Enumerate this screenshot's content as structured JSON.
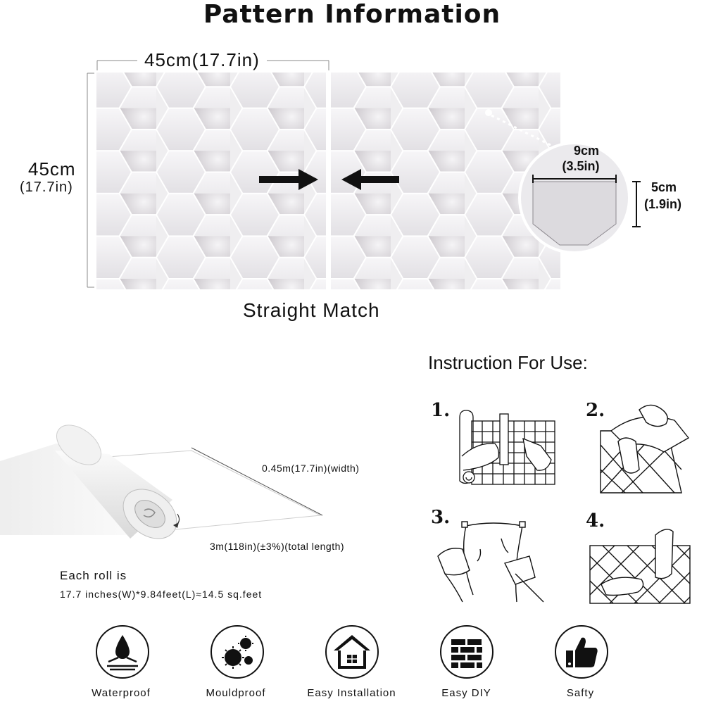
{
  "title": "Pattern Information",
  "pattern": {
    "width_label": "45cm(17.7in)",
    "height_label_cm": "45cm",
    "height_label_in": "(17.7in)",
    "detail_width_cm": "9cm",
    "detail_width_in": "(3.5in)",
    "detail_height_cm": "5cm",
    "detail_height_in": "(1.9in)",
    "match_label": "Straight Match"
  },
  "roll": {
    "width_text": "0.45m(17.7in)(width)",
    "length_text": "3m(118in)(±3%)(total length)",
    "each_title": "Each roll is",
    "each_detail": "17.7 inches(W)*9.84feet(L)≈14.5 sq.feet"
  },
  "instructions": {
    "title": "Instruction For Use:",
    "steps": [
      {
        "number": "1.",
        "icon": "measure-cut-icon"
      },
      {
        "number": "2.",
        "icon": "peel-backing-icon"
      },
      {
        "number": "3.",
        "icon": "apply-smooth-icon"
      },
      {
        "number": "4.",
        "icon": "press-finish-icon"
      }
    ]
  },
  "features": [
    {
      "label": "Waterproof",
      "icon": "water-drop-icon"
    },
    {
      "label": "Mouldproof",
      "icon": "mould-icon"
    },
    {
      "label": "Easy Installation",
      "icon": "house-icon"
    },
    {
      "label": "Easy DIY",
      "icon": "brick-wall-icon"
    },
    {
      "label": "Safty",
      "icon": "thumbs-up-icon"
    }
  ],
  "colors": {
    "tile_light": "#f2f1f3",
    "tile_shadow": "#8f8890",
    "arrow": "#111111"
  }
}
